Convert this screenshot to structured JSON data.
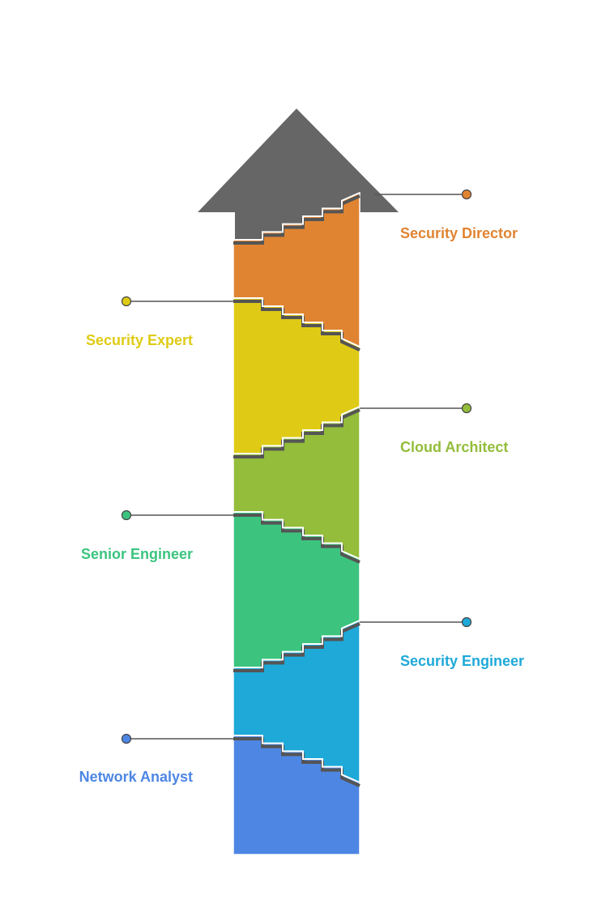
{
  "diagram": {
    "arrow_color": "#666666",
    "levels": [
      {
        "label": "Network Analyst",
        "color": "#4e86e4",
        "side": "left"
      },
      {
        "label": "Security Engineer",
        "color": "#1ea9d9",
        "side": "right"
      },
      {
        "label": "Senior Engineer",
        "color": "#3cc47f",
        "side": "left"
      },
      {
        "label": "Cloud Architect",
        "color": "#93bd3a",
        "side": "right"
      },
      {
        "label": "Security Expert",
        "color": "#dfcb16",
        "side": "left"
      },
      {
        "label": "Security Director",
        "color": "#e08432",
        "side": "right"
      }
    ]
  }
}
